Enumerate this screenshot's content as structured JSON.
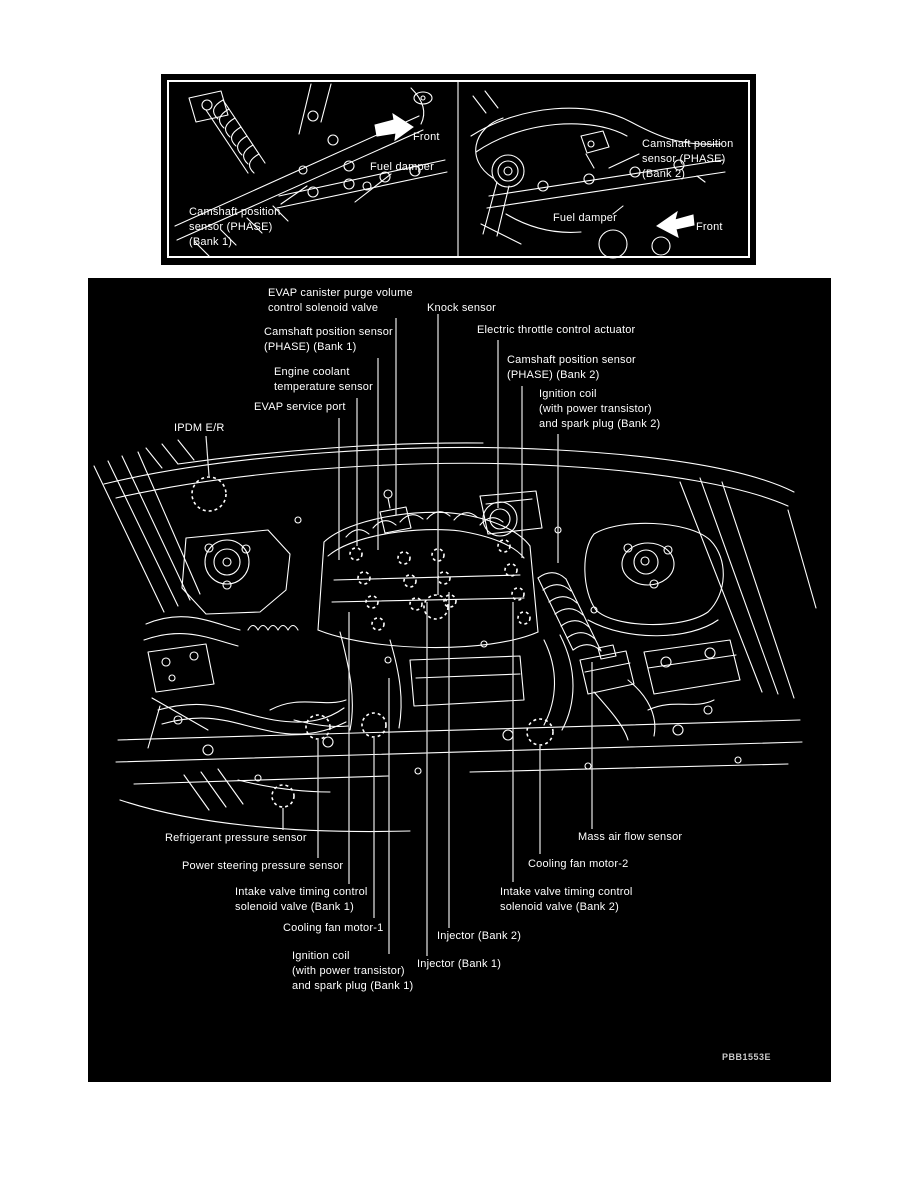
{
  "top_panel": {
    "left_view": {
      "front_label": "Front",
      "fuel_damper_label": "Fuel damper",
      "camshaft_label": "Camshaft position\nsensor (PHASE)\n(Bank 1)"
    },
    "right_view": {
      "front_label": "Front",
      "fuel_damper_label": "Fuel damper",
      "camshaft_label": "Camshaft position\nsensor (PHASE)\n(Bank 2)"
    }
  },
  "main_panel": {
    "labels": {
      "evap_canister": "EVAP canister purge volume\ncontrol solenoid valve",
      "knock_sensor": "Knock sensor",
      "camshaft_bank1": "Camshaft position sensor\n(PHASE) (Bank 1)",
      "electric_throttle": "Electric throttle control actuator",
      "camshaft_bank2": "Camshaft position sensor\n(PHASE) (Bank 2)",
      "engine_coolant": "Engine coolant\ntemperature sensor",
      "evap_service_port": "EVAP service port",
      "ignition_coil_bank2": "Ignition coil\n(with power transistor)\nand spark plug (Bank 2)",
      "ipdm": "IPDM E/R",
      "refrigerant": "Refrigerant pressure sensor",
      "power_steering": "Power steering pressure sensor",
      "intake_valve_bank1": "Intake valve timing control\nsolenoid valve (Bank 1)",
      "cooling_fan_1": "Cooling fan motor-1",
      "ignition_coil_bank1": "Ignition coil\n(with power transistor)\nand spark plug (Bank 1)",
      "injector_bank2": "Injector (Bank 2)",
      "injector_bank1": "Injector (Bank 1)",
      "mass_air_flow": "Mass air flow sensor",
      "cooling_fan_2": "Cooling fan motor-2",
      "intake_valve_bank2": "Intake valve timing control\nsolenoid valve (Bank 2)"
    },
    "figure_code": "PBB1553E"
  }
}
